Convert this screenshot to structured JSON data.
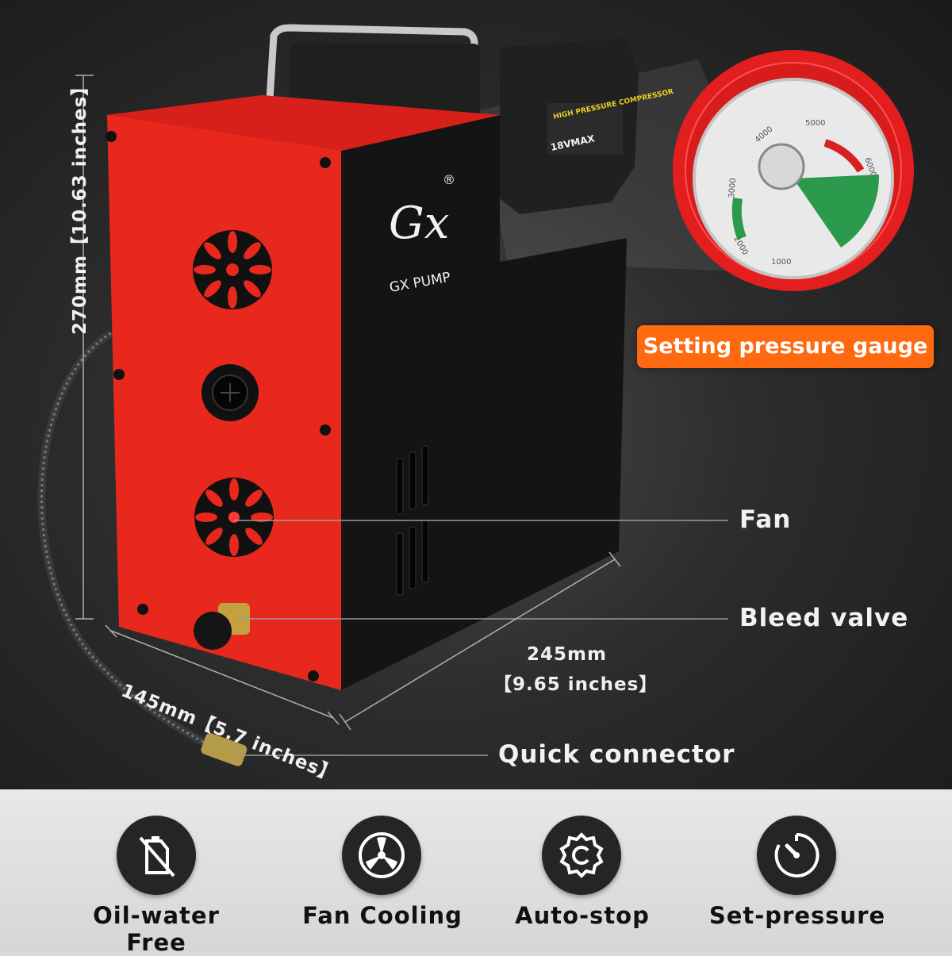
{
  "callouts": {
    "gauge_badge": "Setting pressure gauge",
    "fan": "Fan",
    "bleed_valve": "Bleed valve",
    "quick_connector": "Quick connector"
  },
  "dimensions": {
    "height": "270mm【10.63 inches】",
    "depth": "145mm【5.7 inches】",
    "width_mm": "245mm",
    "width_in": "【9.65 inches】"
  },
  "branding": {
    "logo_mark": "Gx",
    "brand_name": "GX PUMP",
    "battery_label": "HIGH PRESSURE COMPRESSOR",
    "battery_voltage": "18VMAX"
  },
  "gauge": {
    "scale_labels": [
      "1000",
      "2000",
      "3000",
      "4000",
      "5000",
      "6000"
    ]
  },
  "features": [
    {
      "label": "Oil-water Free",
      "icon": "no-oil-icon"
    },
    {
      "label": "Fan Cooling",
      "icon": "fan-icon"
    },
    {
      "label": "Auto-stop",
      "icon": "gear-c-icon"
    },
    {
      "label": "Set-pressure",
      "icon": "timer-icon"
    }
  ],
  "colors": {
    "body_red": "#e8281c",
    "badge_orange": "#ff6a10",
    "panel_black": "#141414"
  }
}
